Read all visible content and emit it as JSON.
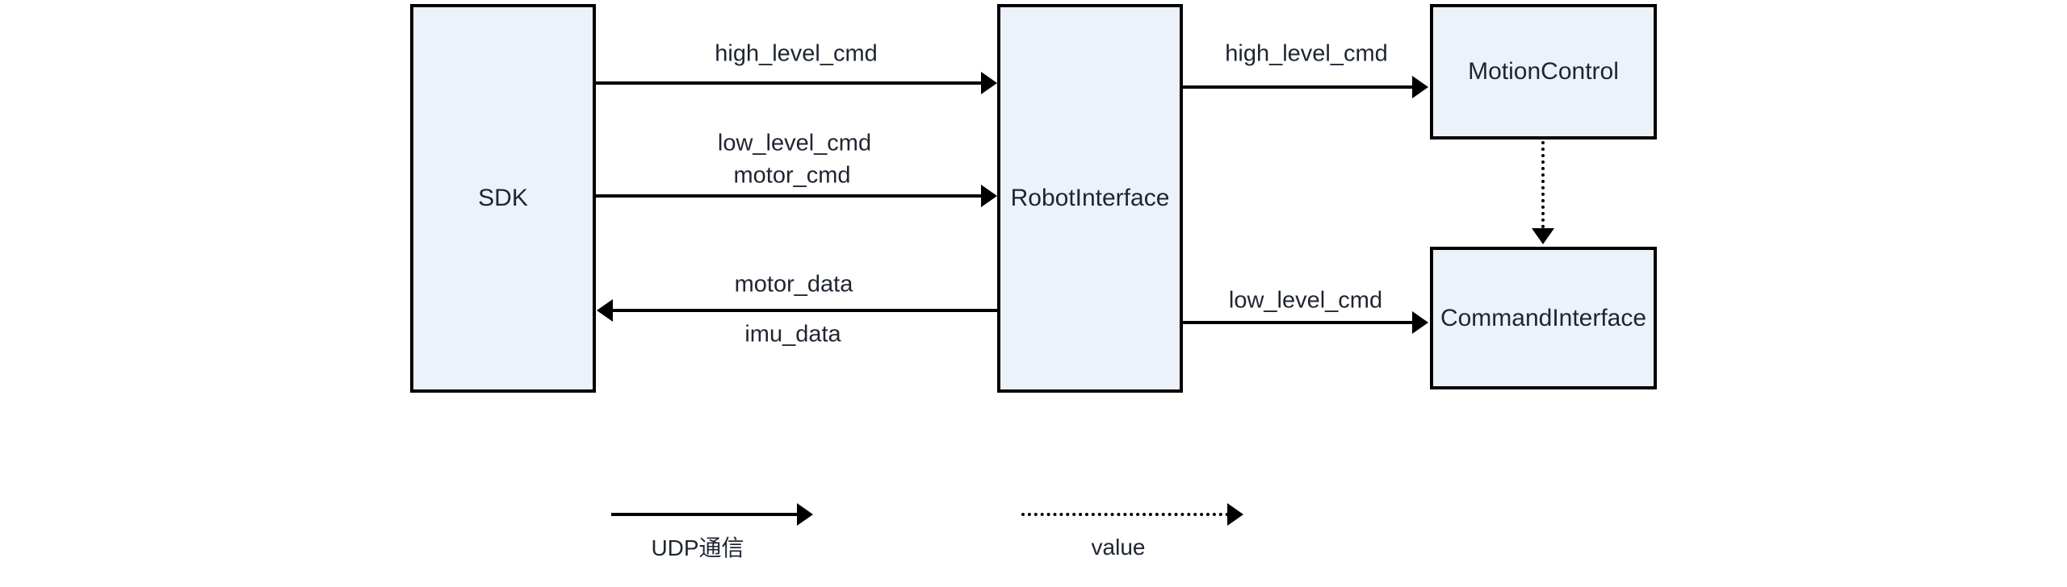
{
  "colors": {
    "node_fill": "#edf1fa",
    "node_border": "#000000",
    "arrow": "#000000",
    "text": "#1f2530"
  },
  "nodes": {
    "sdk": {
      "label": "SDK"
    },
    "robot_interface": {
      "label": "RobotInterface"
    },
    "motion_control": {
      "label": "MotionControl"
    },
    "command_interface": {
      "label": "CommandInterface"
    }
  },
  "edges": {
    "sdk_to_robot_high": {
      "label": "high_level_cmd",
      "style": "solid"
    },
    "sdk_to_robot_low": {
      "label_line1": "low_level_cmd",
      "label_line2": "motor_cmd",
      "style": "solid"
    },
    "robot_to_sdk_data": {
      "label_above": "motor_data",
      "label_below": "imu_data",
      "style": "solid"
    },
    "robot_to_motion": {
      "label": "high_level_cmd",
      "style": "solid"
    },
    "robot_to_command": {
      "label": "low_level_cmd",
      "style": "solid"
    },
    "motion_to_command": {
      "style": "dotted"
    }
  },
  "legend": {
    "solid_arrow_label": "UDP通信",
    "dotted_arrow_label": "value"
  }
}
